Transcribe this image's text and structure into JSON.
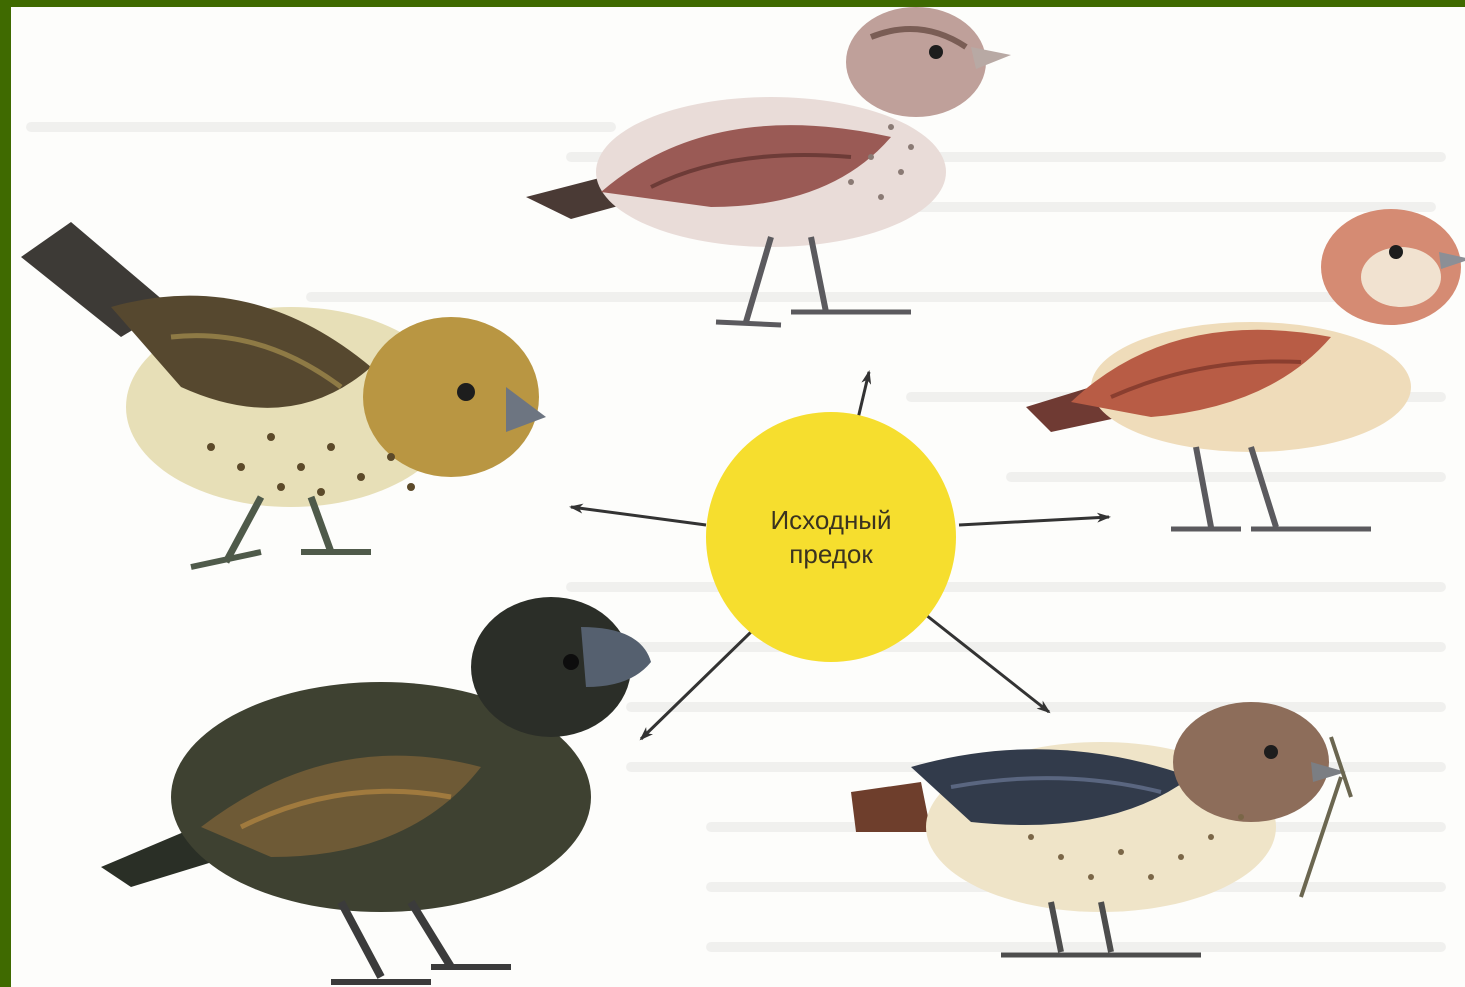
{
  "diagram": {
    "center_node": {
      "line1": "Исходный",
      "line2": "предок",
      "color": "#f6de2e"
    },
    "birds": [
      {
        "name": "top",
        "plumage": "mauve-brown"
      },
      {
        "name": "upper-left",
        "plumage": "olive-speckled"
      },
      {
        "name": "right",
        "plumage": "rose-red"
      },
      {
        "name": "lower-left",
        "plumage": "dark-brown"
      },
      {
        "name": "lower-right",
        "plumage": "grey-speckled-with-twig"
      }
    ],
    "colors": {
      "frame": "#3f6a00",
      "background": "#fdfdfb",
      "arrow": "#333333"
    }
  }
}
